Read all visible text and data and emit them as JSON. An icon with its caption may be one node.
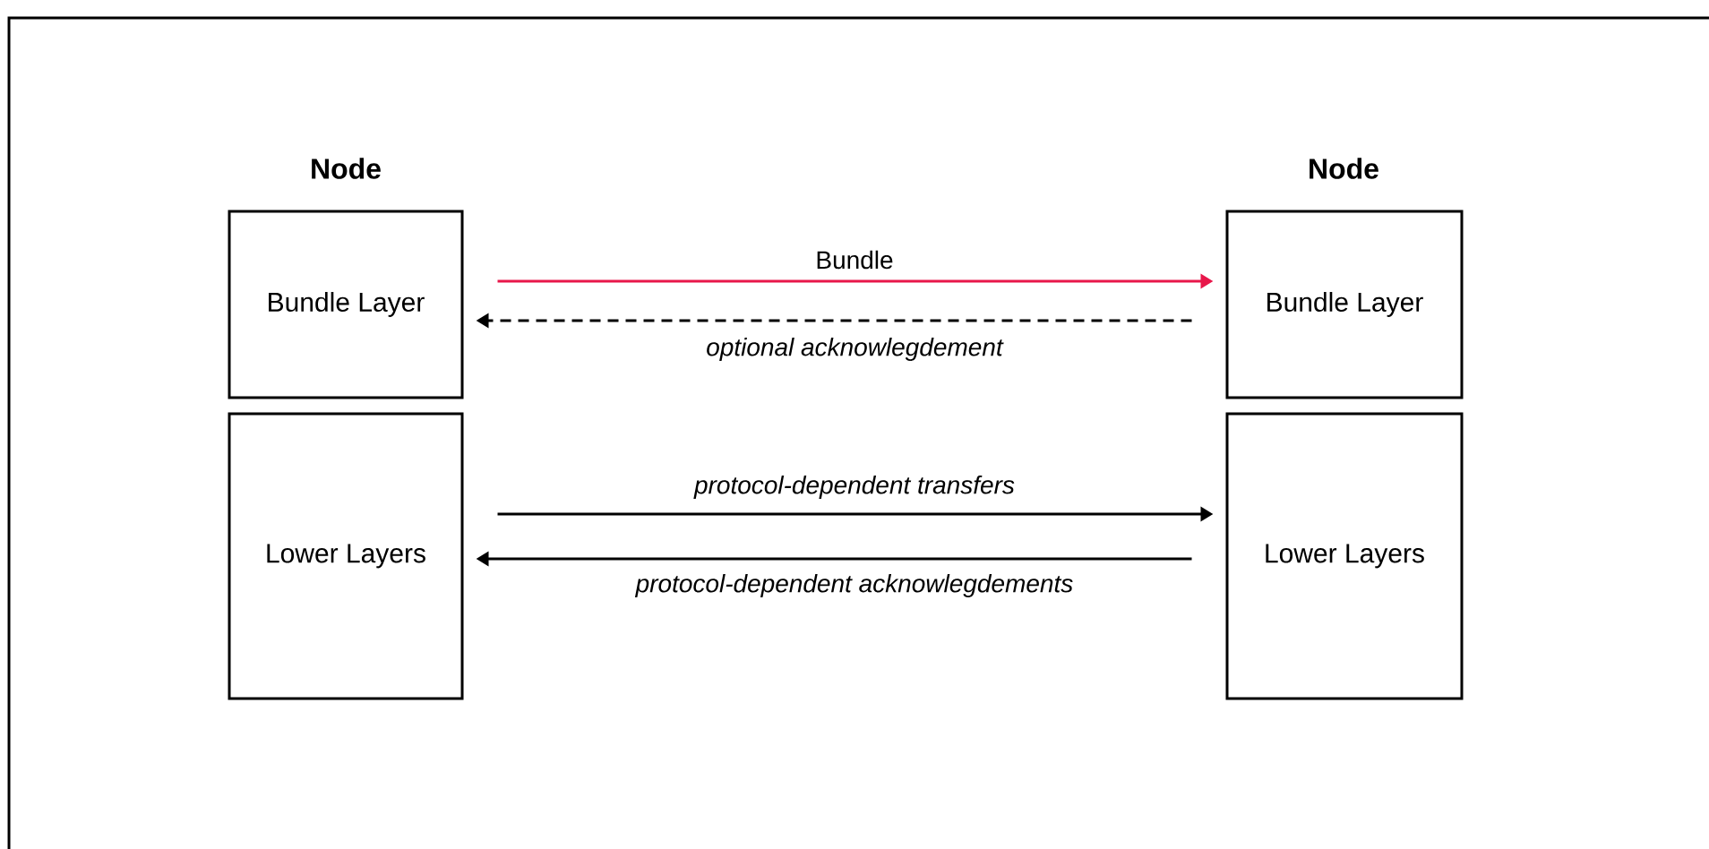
{
  "diagram": {
    "nodes": [
      {
        "text": [
          "Bundle Layer"
        ]
      },
      {
        "text": [
          "Bundle Layer"
        ]
      },
      {
        "text": [
          "Lower Layers"
        ]
      },
      {
        "text": [
          "Lower Layers"
        ]
      }
    ],
    "edges": [
      {
        "from": 0,
        "to": 1,
        "arrow": "to",
        "label": "Bundle",
        "color": "#e8174a"
      },
      {
        "from": 1,
        "to": 0,
        "arrow": "to",
        "label": "optional acknowlegdement",
        "style": "dashed"
      },
      {
        "from": 2,
        "to": 3,
        "arrow": "to",
        "label": "protocol-dependent transfers"
      },
      {
        "from": 3,
        "to": 2,
        "arrow": "to",
        "label": "protocol-dependent acknowlegdements"
      }
    ],
    "labels": [
      "Node",
      "Node"
    ]
  }
}
